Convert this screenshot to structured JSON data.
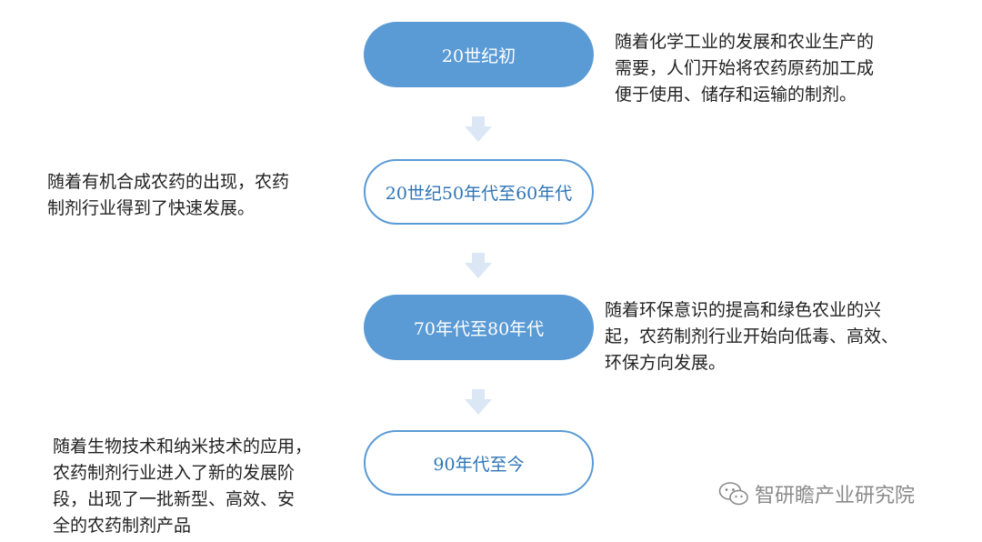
{
  "stages": [
    {
      "label": "20世纪初",
      "description": [
        "随着化学工业的发展和农业生产的",
        "需要，人们开始将农药原药加工成",
        "便于使用、储存和运输的制剂。"
      ]
    },
    {
      "label": "20世纪50年代至60年代",
      "description": [
        "随着有机合成农药的出现，农药",
        "制剂行业得到了快速发展。"
      ]
    },
    {
      "label": "70年代至80年代",
      "description": [
        "随着环保意识的提高和绿色农业的兴",
        "起，农药制剂行业开始向低毒、高效、",
        "环保方向发展。"
      ]
    },
    {
      "label": "90年代至今",
      "description": [
        "随着生物技术和纳米技术的应用，",
        "农药制剂行业进入了新的发展阶",
        "段，出现了一批新型、高效、安",
        "全的农药制剂产品"
      ]
    }
  ],
  "watermark": {
    "text": "智研瞻产业研究院",
    "icon": "wechat-icon"
  },
  "colors": {
    "accent": "#5b9bd5",
    "arrow": "#dbe7f5",
    "text": "#222222",
    "watermark": "#8a8a8a"
  }
}
